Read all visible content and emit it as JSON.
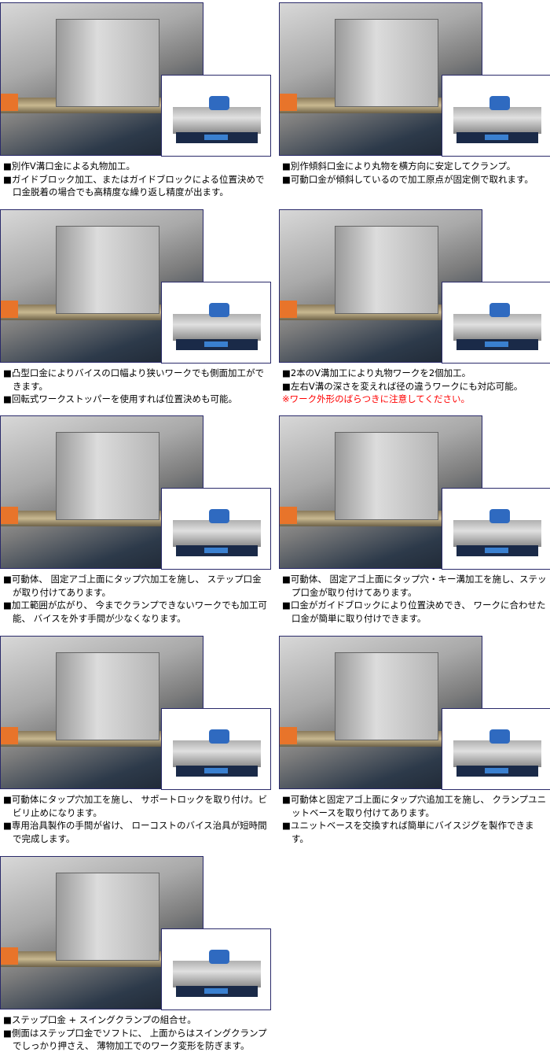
{
  "items": [
    {
      "lines": [
        "■別作V溝口金による丸物加工。",
        "■ガイドブロック加工、またはガイドブロックによる位置決めで口金脱着の場合でも高精度な繰り返し精度が出ます。"
      ]
    },
    {
      "lines": [
        "■別作傾斜口金により丸物を横方向に安定してクランプ。",
        "■可動口金が傾斜しているので加工原点が固定側で取れます。"
      ]
    },
    {
      "lines": [
        "■凸型口金によりバイスの口幅より狭いワークでも側面加工ができます。",
        "■回転式ワークストッパーを使用すれば位置決めも可能。"
      ]
    },
    {
      "lines": [
        "■2本のV溝加工により丸物ワークを2個加工。",
        "■左右V溝の深さを変えれば径の違うワークにも対応可能。"
      ],
      "note": "※ワーク外形のばらつきに注意してください。"
    },
    {
      "lines": [
        "■可動体、 固定アゴ上面にタップ穴加工を施し、 ステップ口金が取り付けてあります。",
        "■加工範囲が広がり、 今までクランプできないワークでも加工可能、 バイスを外す手間が少なくなります。"
      ]
    },
    {
      "lines": [
        "■可動体、 固定アゴ上面にタップ穴・キー溝加工を施し、ステップ口金が取り付けてあります。",
        "■口金がガイドブロックにより位置決めでき、 ワークに合わせた口金が簡単に取り付けできます。"
      ]
    },
    {
      "lines": [
        "■可動体にタップ穴加工を施し、 サポートロックを取り付け。ビビリ止めになります。",
        "■専用治具製作の手間が省け、 ローコストのバイス治具が短時間で完成します。"
      ]
    },
    {
      "lines": [
        "■可動体と固定アゴ上面にタップ穴追加工を施し、 クランプユニットベースを取り付けてあります。",
        "■ユニットベースを交換すれば簡単にバイスジグを製作できます。"
      ]
    },
    {
      "lines": [
        "■ステップ口金 + スイングクランプの組合せ。",
        "■側面はステップ口金でソフトに、 上面からはスイングクランプでしっかり押さえ、 薄物加工でのワーク変形を防ぎます。"
      ]
    }
  ],
  "colors": {
    "note": "#ff0000",
    "border": "#2a2a6a"
  }
}
